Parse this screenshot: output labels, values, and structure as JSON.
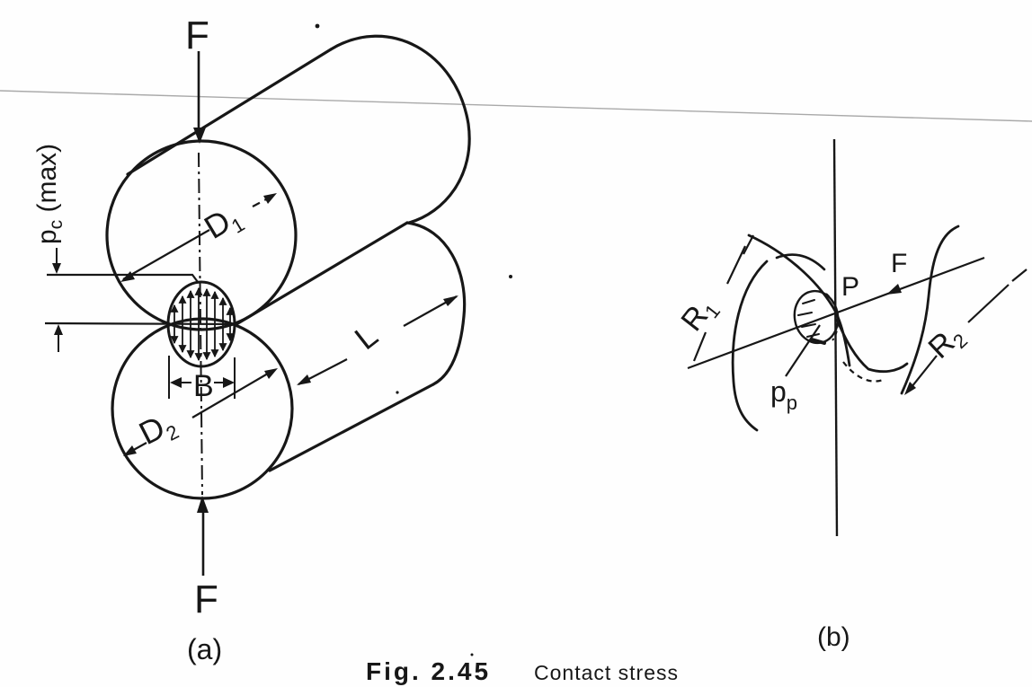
{
  "figure": {
    "caption_number": "Fig. 2.45",
    "caption_text": "Contact stress",
    "panel_a_label": "(a)",
    "panel_b_label": "(b)"
  },
  "panel_a": {
    "force_top": "F",
    "force_bottom": "F",
    "pressure_label": {
      "main": "p",
      "sub": "c",
      "rest": " (max)"
    },
    "diameter1": {
      "main": "D",
      "sub": "1"
    },
    "diameter2": {
      "main": "D",
      "sub": "2"
    },
    "width_label": "B",
    "length_label": "L"
  },
  "panel_b": {
    "force": "F",
    "contact_point": "P",
    "radius1": {
      "main": "R",
      "sub": "1"
    },
    "radius2": {
      "main": "R",
      "sub": "2"
    },
    "pressure": {
      "main": "p",
      "sub": "p"
    }
  },
  "colors": {
    "ink": "#171717",
    "paper": "#fefefe",
    "scan_line": "#a9a9a9"
  }
}
